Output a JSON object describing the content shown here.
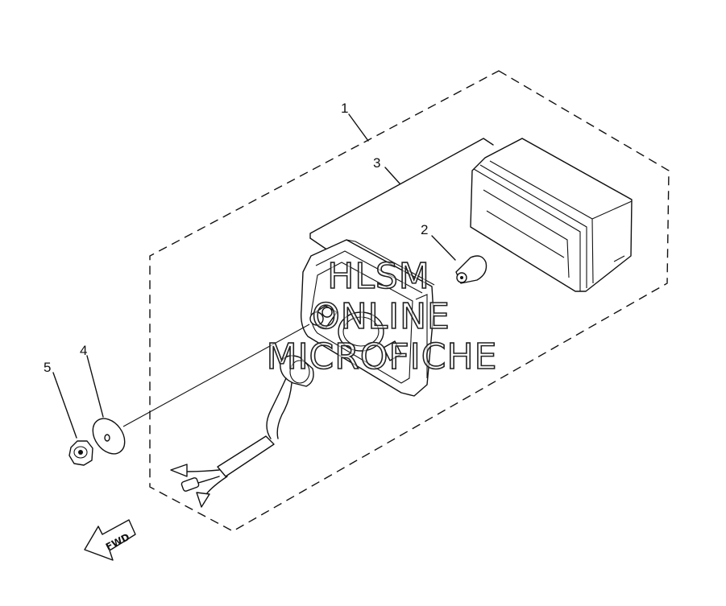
{
  "callouts": [
    {
      "id": "1",
      "label": "1"
    },
    {
      "id": "2",
      "label": "2"
    },
    {
      "id": "3",
      "label": "3"
    },
    {
      "id": "4",
      "label": "4"
    },
    {
      "id": "5",
      "label": "5"
    }
  ],
  "watermark": {
    "line1": "HLSM",
    "line2": "ONLINE",
    "line3": "MICROFICHE"
  },
  "direction_arrow": {
    "label": "FWD"
  }
}
